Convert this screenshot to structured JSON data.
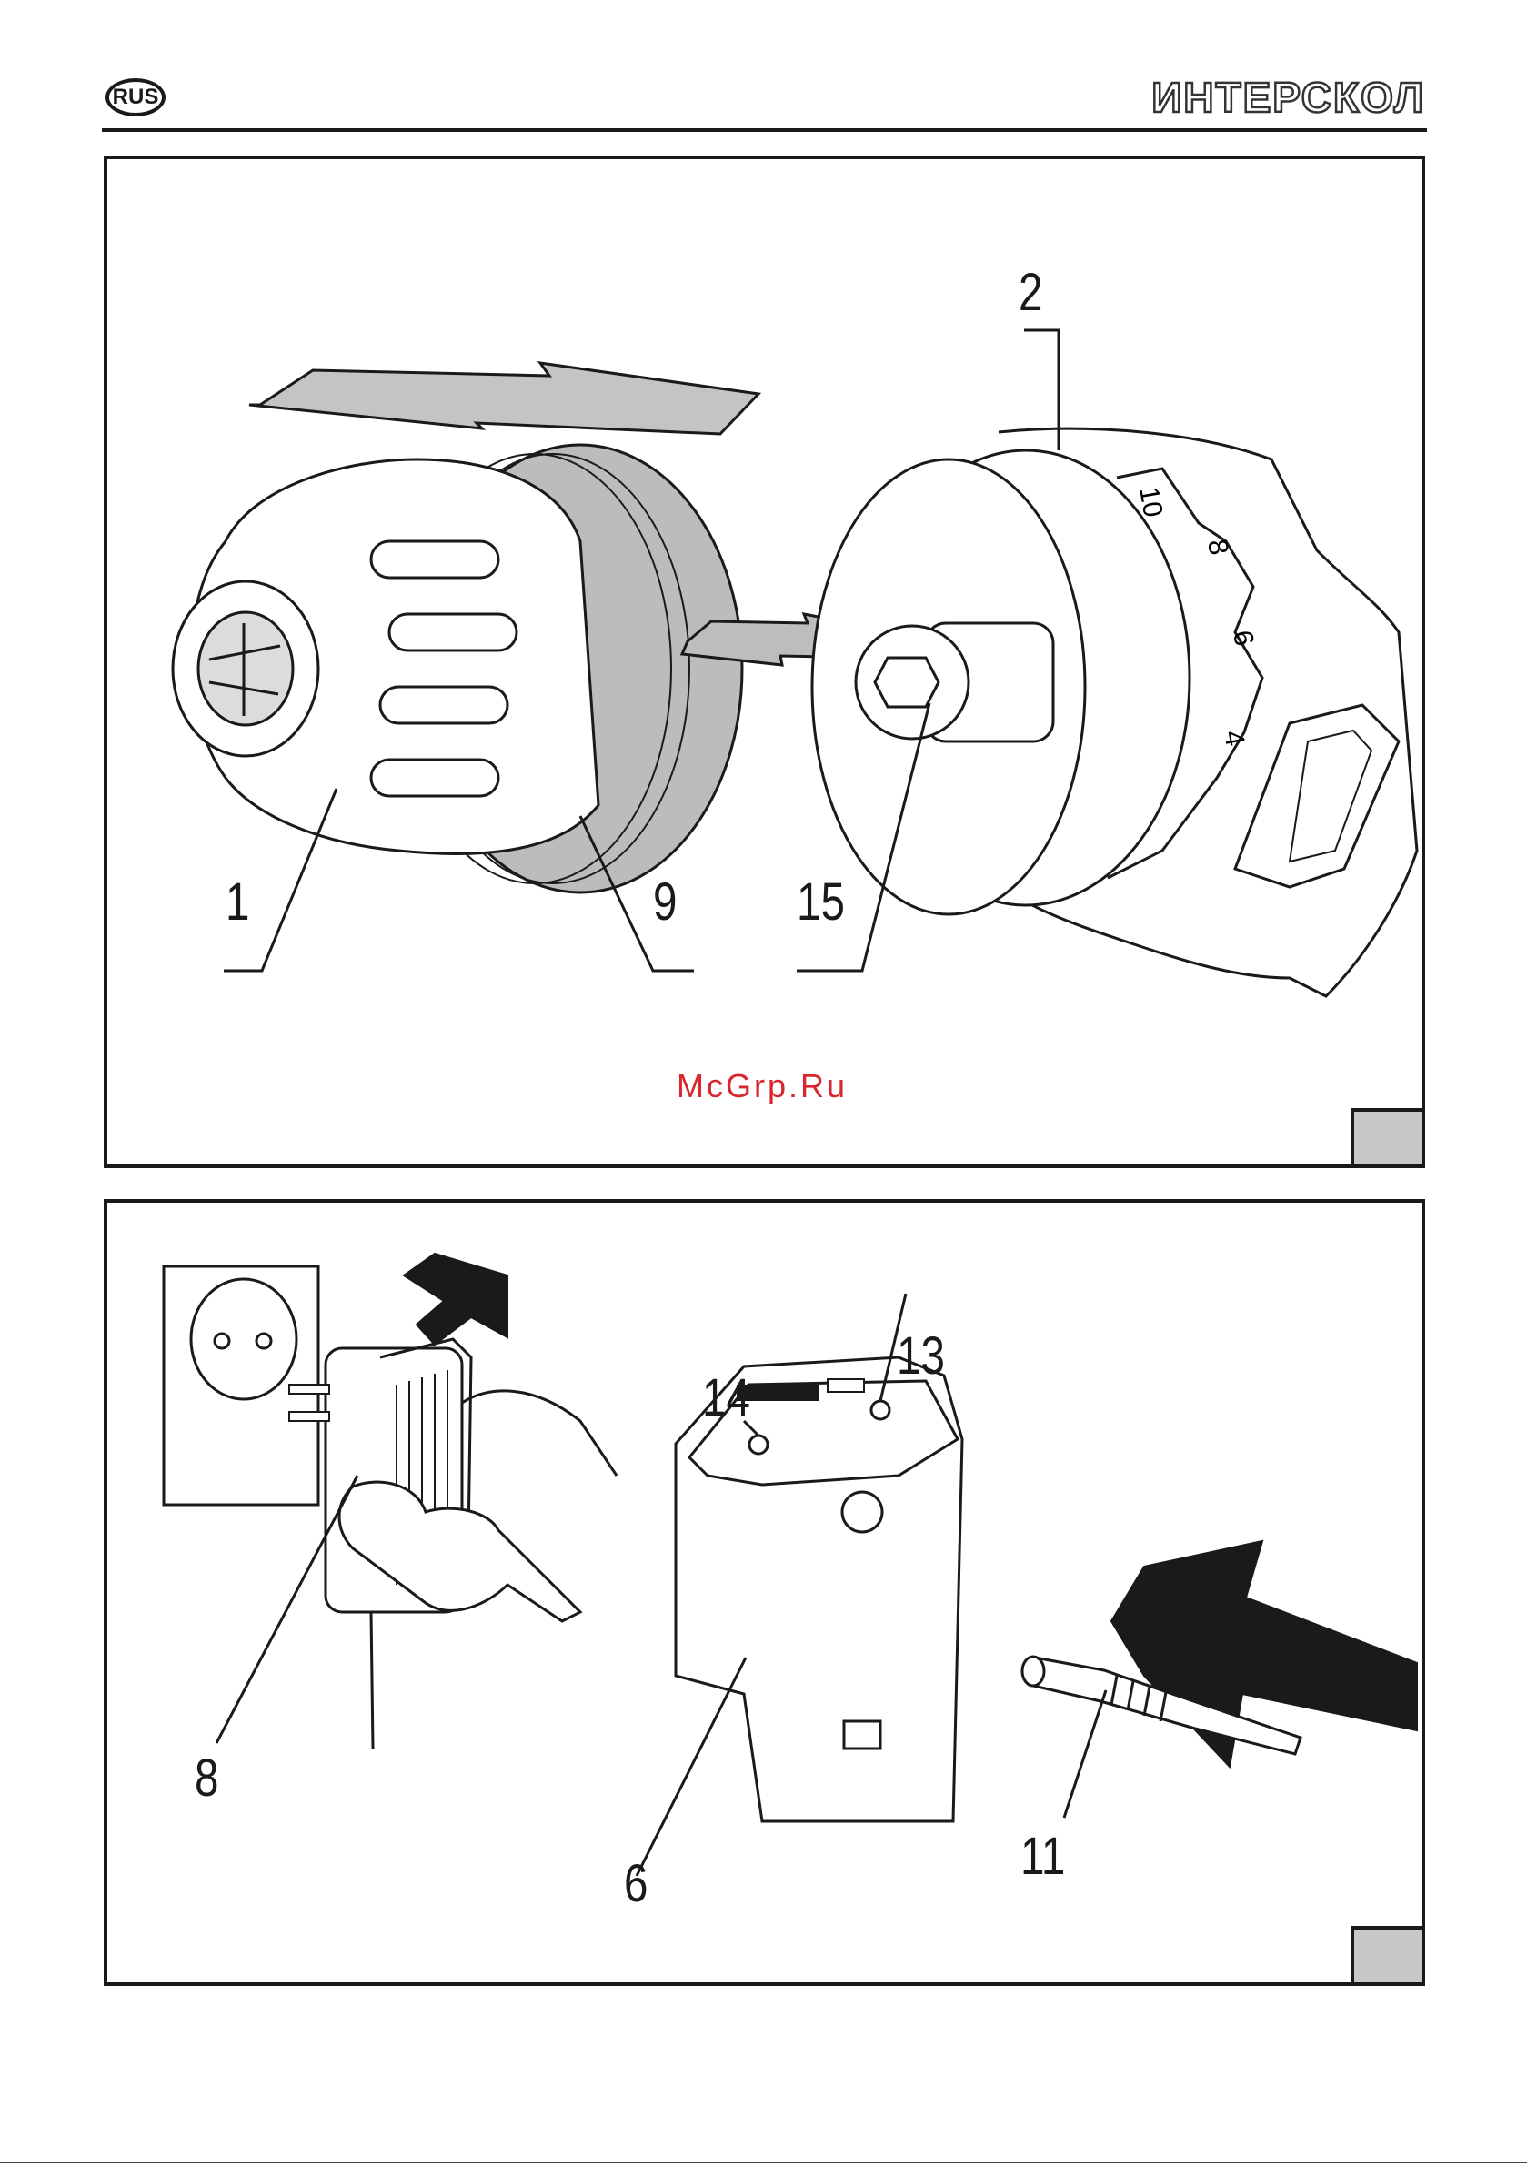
{
  "header": {
    "language_badge": "RUS",
    "brand": "ИНТЕРСКОЛ"
  },
  "figure_a": {
    "callouts": [
      "1",
      "9",
      "15",
      "2"
    ],
    "dial_marks": [
      "10",
      "8",
      "6",
      "4"
    ]
  },
  "figure_b": {
    "callouts": [
      "8",
      "14",
      "13",
      "6",
      "11"
    ]
  },
  "watermark": "McGrp.Ru"
}
